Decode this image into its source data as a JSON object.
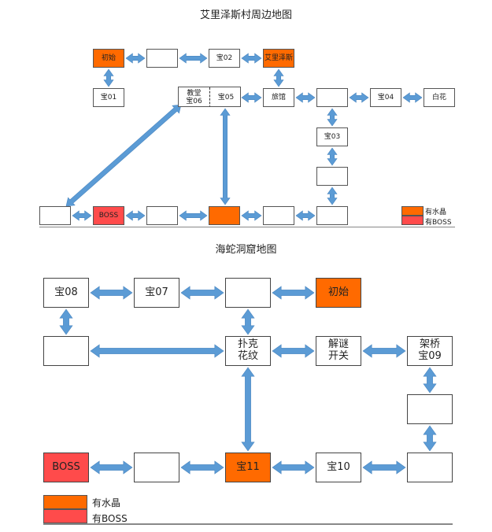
{
  "map1": {
    "title": "艾里泽斯村周边地图",
    "nodes": {
      "start": "初始",
      "ailizes": "艾里泽斯",
      "b02": "宝02",
      "b01": "宝01",
      "church": "教堂",
      "b06": "宝06",
      "b05": "宝05",
      "inn": "旅馆",
      "b04": "宝04",
      "baihua": "白花",
      "b03": "宝03",
      "boss": "BOSS"
    },
    "legend": {
      "crystal": "有水晶",
      "boss": "有BOSS"
    }
  },
  "map2": {
    "title": "海蛇洞窟地图",
    "nodes": {
      "b08": "宝08",
      "b07": "宝07",
      "start": "初始",
      "pattern": "扑克\n花纹",
      "switch": "解谜\n开关",
      "bridge": "架桥\n宝09",
      "boss": "BOSS",
      "b11": "宝11",
      "b10": "宝10"
    },
    "legend": {
      "crystal": "有水晶",
      "boss": "有BOSS"
    }
  },
  "colors": {
    "crystal": "#ff6a00",
    "boss": "#ff4b4b",
    "arrow": "#5b9bd5"
  }
}
